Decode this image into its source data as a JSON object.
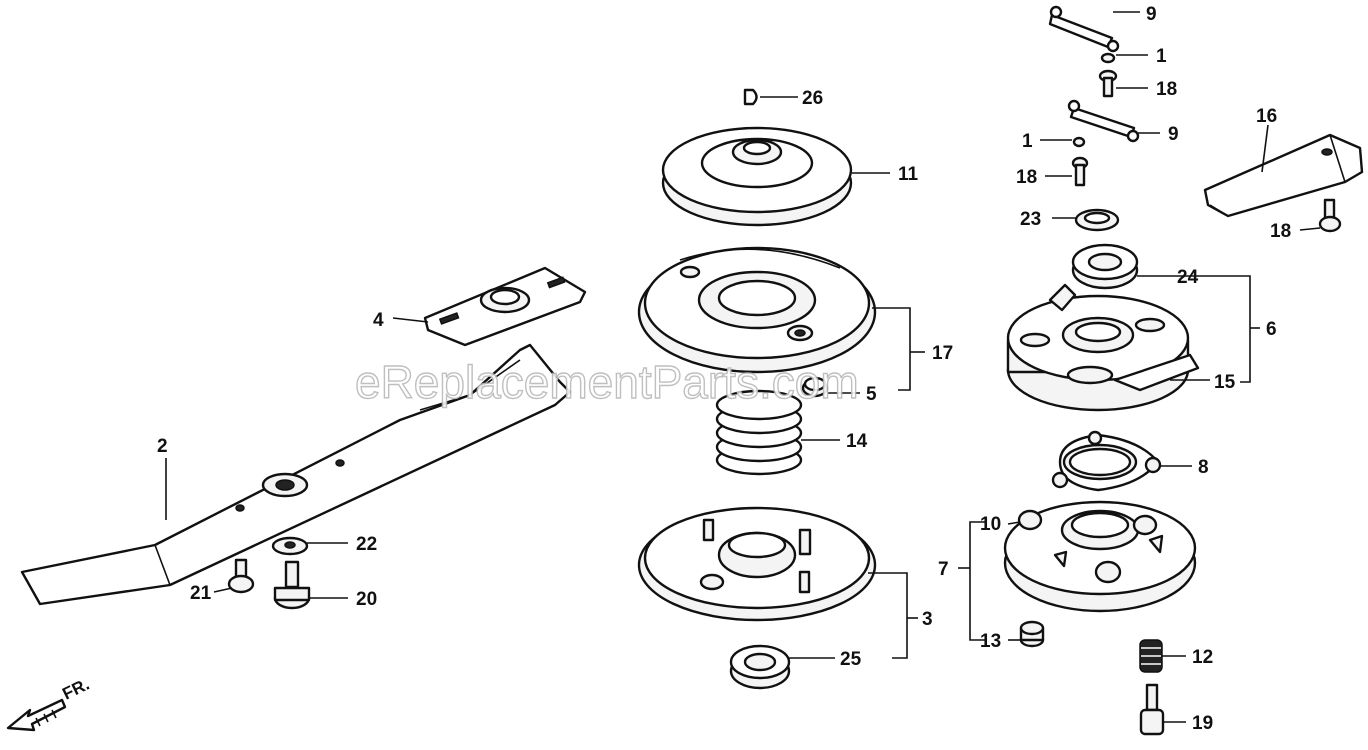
{
  "watermark": "eReplacementParts.com",
  "direction_label": "FR.",
  "callouts": {
    "c1a": "1",
    "c1b": "1",
    "c2": "2",
    "c3": "3",
    "c4": "4",
    "c5": "5",
    "c6": "6",
    "c7": "7",
    "c8": "8",
    "c9a": "9",
    "c9b": "9",
    "c10": "10",
    "c11": "11",
    "c12": "12",
    "c13": "13",
    "c14": "14",
    "c15": "15",
    "c16": "16",
    "c17": "17",
    "c18a": "18",
    "c18b": "18",
    "c18c": "18",
    "c19": "19",
    "c20": "20",
    "c21": "21",
    "c22": "22",
    "c23": "23",
    "c24": "24",
    "c25": "25",
    "c26": "26"
  }
}
